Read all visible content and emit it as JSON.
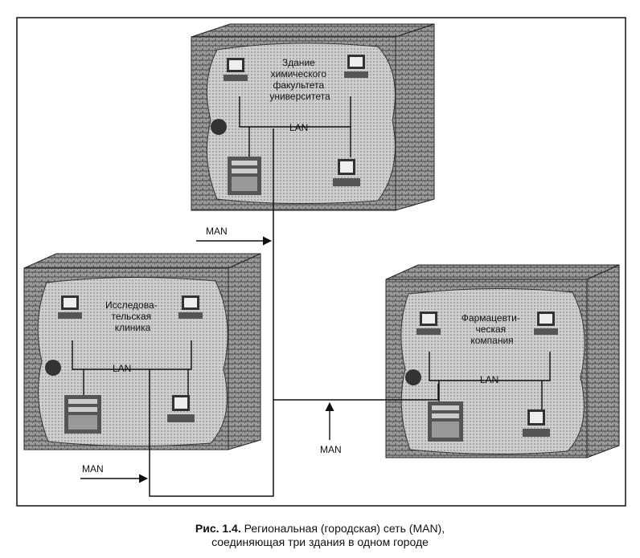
{
  "buildings": {
    "top": {
      "name_lines": [
        "Здание",
        "химического",
        "факультета",
        "университета"
      ],
      "lan_label": "LAN"
    },
    "left": {
      "name_lines": [
        "Исследова-",
        "тельская",
        "клиника"
      ],
      "lan_label": "LAN"
    },
    "right": {
      "name_lines": [
        "Фармацевти-",
        "ческая",
        "компания"
      ],
      "lan_label": "LAN"
    }
  },
  "man_labels": {
    "top": "MAN",
    "bottom_left": "MAN",
    "center": "MAN"
  },
  "caption": {
    "prefix": "Рис. 1.4.",
    "line1": " Региональная (городская) сеть (MAN),",
    "line2": "соединяющая три здания в одном городе"
  },
  "icons": [
    "building-icon",
    "computer-icon",
    "server-tower-icon",
    "arrow-icon"
  ]
}
